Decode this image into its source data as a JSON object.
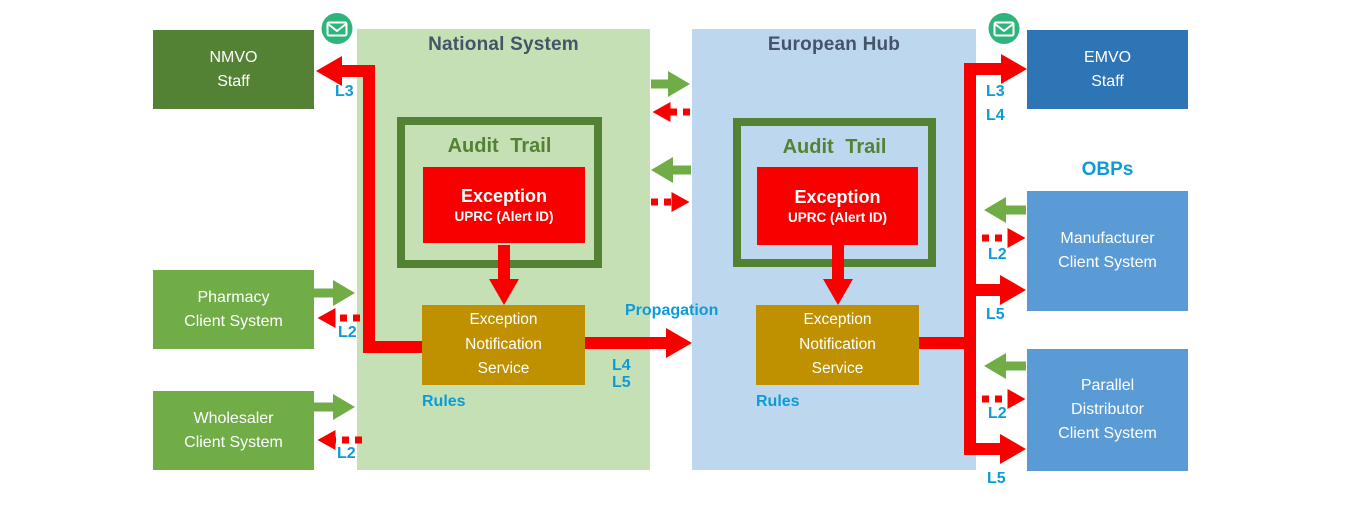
{
  "panels": {
    "national": {
      "title": "National System",
      "audit_trail": "Audit Trail",
      "exception": "Exception",
      "exception_id": "UPRC (Alert ID)",
      "service": "Exception\nNotification\nService",
      "rules": "Rules"
    },
    "hub": {
      "title": "European Hub",
      "audit_trail": "Audit Trail",
      "exception": "Exception",
      "exception_id": "UPRC (Alert ID)",
      "service": "Exception\nNotification\nService",
      "rules": "Rules"
    }
  },
  "actors": {
    "nmvo": "NMVO\nStaff",
    "pharmacy": "Pharmacy\nClient System",
    "wholesaler": "Wholesaler\nClient System",
    "emvo": "EMVO\nStaff",
    "obps": "OBPs",
    "manufacturer": "Manufacturer\nClient System",
    "parallel": "Parallel\nDistributor\nClient System"
  },
  "levels": {
    "l2": "L2",
    "l3": "L3",
    "l4": "L4",
    "l5": "L5"
  },
  "flow_labels": {
    "propagation": "Propagation"
  },
  "icons": {
    "email": "✉"
  },
  "colors": {
    "dark_green": "#548235",
    "green": "#70AD47",
    "panel_green": "#C5E0B4",
    "dark_blue": "#2E75B6",
    "blue": "#5B9BD5",
    "panel_blue": "#BDD7EE",
    "gold": "#BF9000",
    "red": "#F80000",
    "label_blue": "#0D9BD8",
    "title_slate": "#44546A",
    "email_icon_green": "#2FB57C"
  }
}
